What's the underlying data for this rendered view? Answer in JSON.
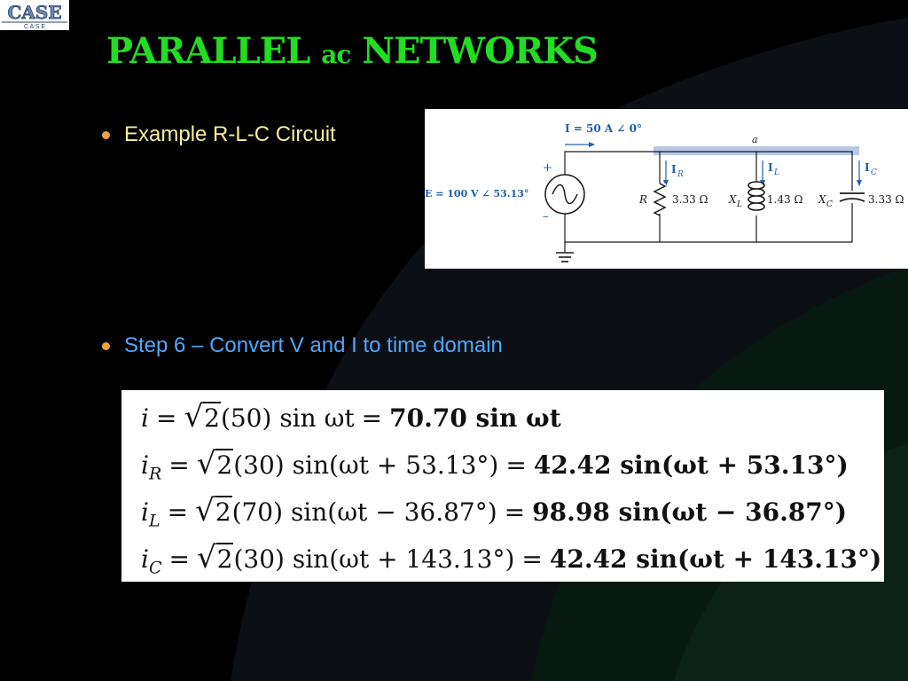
{
  "logo": {
    "text": "CASE",
    "subtext": "C A S E"
  },
  "title": {
    "main1": "PARALLEL",
    "small": "ac",
    "main2": "NETWORKS"
  },
  "bullets": [
    {
      "text": "Example R-L-C Circuit"
    },
    {
      "text": "Step 6 – Convert  V and I to time domain"
    }
  ],
  "circuit": {
    "source_current": "I  =  50 A ∠ 0°",
    "node_label": "a",
    "source_plus": "+",
    "source_minus": "–",
    "source_voltage": "E  =  100 V ∠ 53.13°",
    "branch_currents": [
      "I",
      "I",
      "I"
    ],
    "branch_subs": [
      "R",
      "L",
      "C"
    ],
    "r_label": "R",
    "r_value": "3.33 Ω",
    "xl_label": "X",
    "xl_sub": "L",
    "xl_value": "1.43 Ω",
    "xc_label": "X",
    "xc_sub": "C",
    "xc_value": "3.33 Ω"
  },
  "equations": [
    {
      "lhs": "i",
      "sub": "",
      "factor": "(50) sin ωt",
      "rhs": "70.70 sin ωt"
    },
    {
      "lhs": "i",
      "sub": "R",
      "factor": "(30) sin(ωt + 53.13°)",
      "rhs": "42.42 sin(ωt + 53.13°)"
    },
    {
      "lhs": "i",
      "sub": "L",
      "factor": "(70) sin(ωt − 36.87°)",
      "rhs": "98.98 sin(ωt − 36.87°)"
    },
    {
      "lhs": "i",
      "sub": "C",
      "factor": "(30) sin(ωt + 143.13°)",
      "rhs": "42.42 sin(ωt + 143.13°)"
    }
  ],
  "equation_symbols": {
    "equals": "=",
    "sqrt": "√",
    "radicand": "2"
  },
  "colors": {
    "background": "#000000",
    "title": "#22dd22",
    "bullet1": "#f5ef9e",
    "bullet2": "#4fa8ff",
    "bullet_dot": "#f2a23c",
    "circuit_blue": "#1f5fa8",
    "bus_highlight": "#b8c8e8"
  }
}
